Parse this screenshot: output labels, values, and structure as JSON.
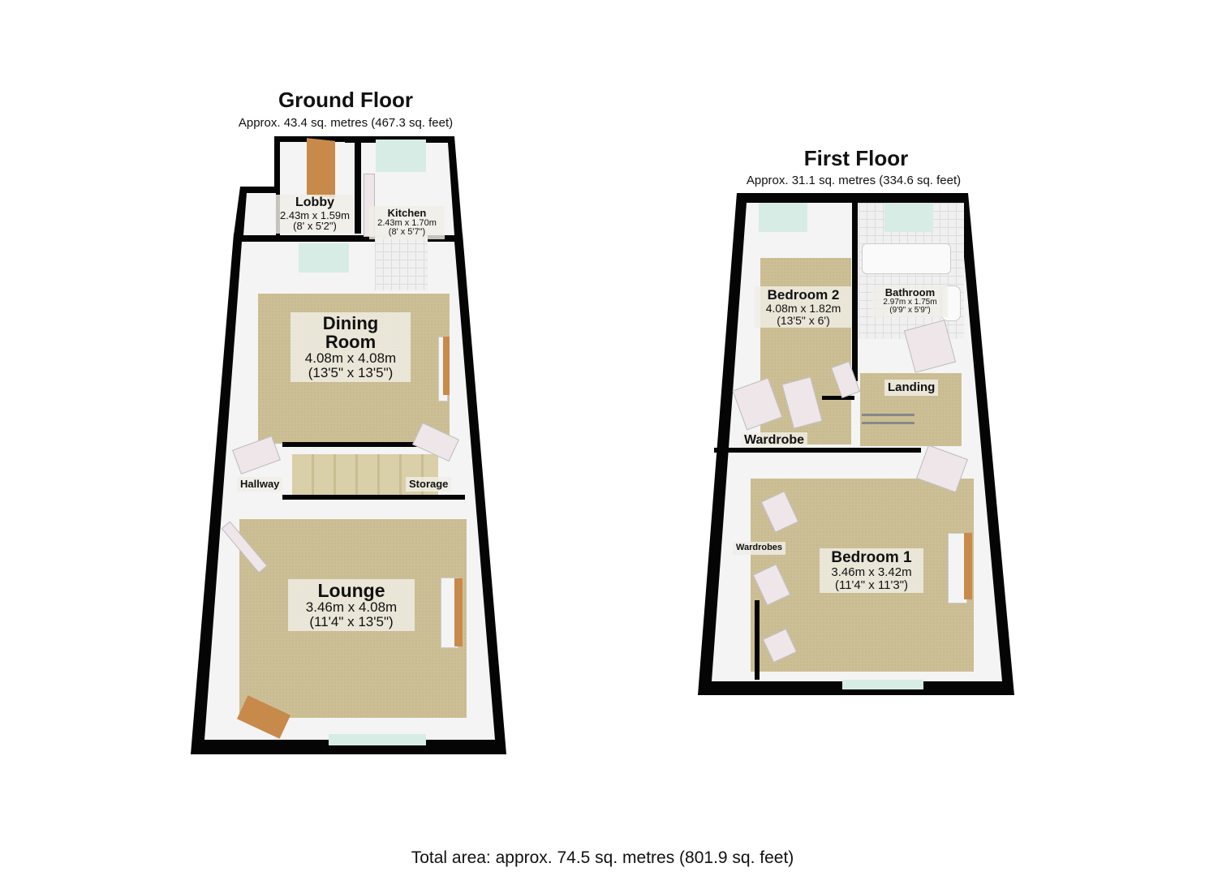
{
  "ground_floor": {
    "title": "Ground Floor",
    "area": "Approx. 43.4 sq. metres (467.3 sq. feet)",
    "rooms": [
      {
        "name": "Lobby",
        "metric": "2.43m x 1.59m",
        "imperial": "(8' x 5'2\")"
      },
      {
        "name": "Kitchen",
        "metric": "2.43m x 1.70m",
        "imperial": "(8' x 5'7\")"
      },
      {
        "name": "Dining",
        "name2": "Room",
        "metric": "4.08m x 4.08m",
        "imperial": "(13'5\" x 13'5\")"
      },
      {
        "name": "Hallway"
      },
      {
        "name": "Storage"
      },
      {
        "name": "Lounge",
        "metric": "3.46m x 4.08m",
        "imperial": "(11'4\" x 13'5\")"
      }
    ]
  },
  "first_floor": {
    "title": "First Floor",
    "area": "Approx. 31.1 sq. metres (334.6 sq. feet)",
    "rooms": [
      {
        "name": "Bedroom 2",
        "metric": "4.08m x 1.82m",
        "imperial": "(13'5\" x 6')"
      },
      {
        "name": "Bathroom",
        "metric": "2.97m x 1.75m",
        "imperial": "(9'9\" x 5'9\")"
      },
      {
        "name": "Landing"
      },
      {
        "name": "Wardrobe"
      },
      {
        "name": "Wardrobes"
      },
      {
        "name": "Bedroom 1",
        "metric": "3.46m x 3.42m",
        "imperial": "(11'4\" x 11'3\")"
      }
    ]
  },
  "total_area": "Total area: approx. 74.5 sq. metres (801.9 sq. feet)"
}
